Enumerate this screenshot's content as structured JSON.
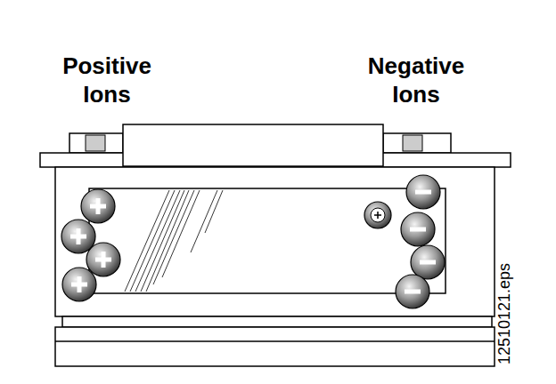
{
  "diagram": {
    "labels": [
      "Positive Ions",
      "Negative Ions",
      "12510121.eps"
    ]
  }
}
